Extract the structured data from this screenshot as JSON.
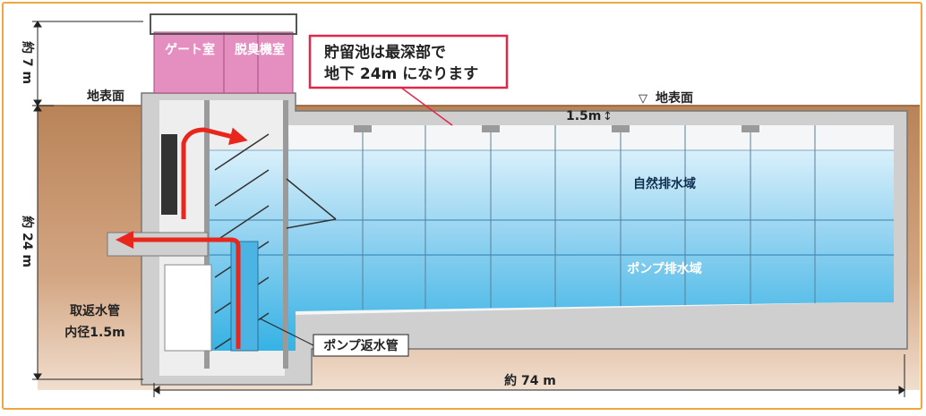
{
  "rooms": {
    "gate_room": "ゲート室",
    "deodorizer_room": "脱臭機室"
  },
  "callout": {
    "line1": "貯留池は最深部で",
    "line2": "地下 24m になります"
  },
  "surface": {
    "left_label": "地表面",
    "right_label": "地表面",
    "right_symbol": "▽"
  },
  "dimensions": {
    "height_above": "約 7 m",
    "depth": "約 24 m",
    "width": "約 74 m",
    "soil_cover": "1.5m",
    "soil_cover_arrow": "↕"
  },
  "zones": {
    "natural": "自然排水域",
    "pump": "ポンプ排水域"
  },
  "pipes": {
    "intake_line1": "取返水管",
    "intake_line2": "内径1.5m",
    "pump_return": "ポンプ返水管"
  },
  "colors": {
    "soil": "#c9956b",
    "concrete": "#cfcfcf",
    "room": "#e58fc0",
    "water_top": "#cfeaf8",
    "water_bottom": "#3fb6e6",
    "arrow": "#e8261c",
    "callout_border": "#e0284a",
    "frame": "#f0a640"
  }
}
